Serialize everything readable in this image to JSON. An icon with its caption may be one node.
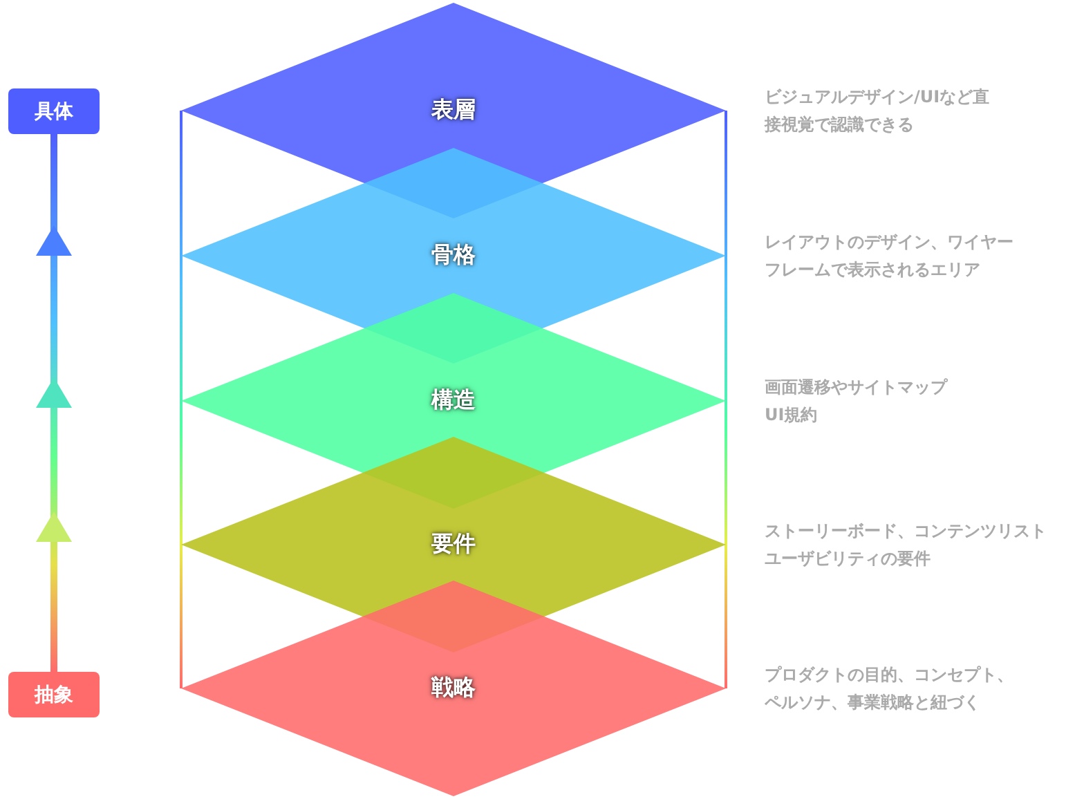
{
  "diagram": {
    "nodes": [
      {
        "text": [
          "具体"
        ]
      },
      {
        "text": [
          "抽象"
        ]
      },
      {
        "text": [
          "表層"
        ],
        "beside": [
          "ビジュアルデザイン/UIなど直接視覚で認識できる"
        ]
      },
      {
        "text": [
          "骨格"
        ],
        "beside": [
          "レイアウトのデザイン、ワイヤーフレームで表示されるエリア"
        ]
      },
      {
        "text": [
          "構造"
        ],
        "beside": [
          "画面遷移やサイトマップUI規約"
        ]
      },
      {
        "text": [
          "要件"
        ],
        "beside": [
          "ストーリーボード、コンテンツリストユーザビリティの要件"
        ]
      },
      {
        "text": [
          "戦略"
        ],
        "beside": [
          "プロダクトの目的、コンセプト、ペルソナ、事業戦略と紐づく"
        ]
      }
    ],
    "edges": [
      {
        "from": 1,
        "to": 0,
        "arrow": "to"
      }
    ]
  }
}
